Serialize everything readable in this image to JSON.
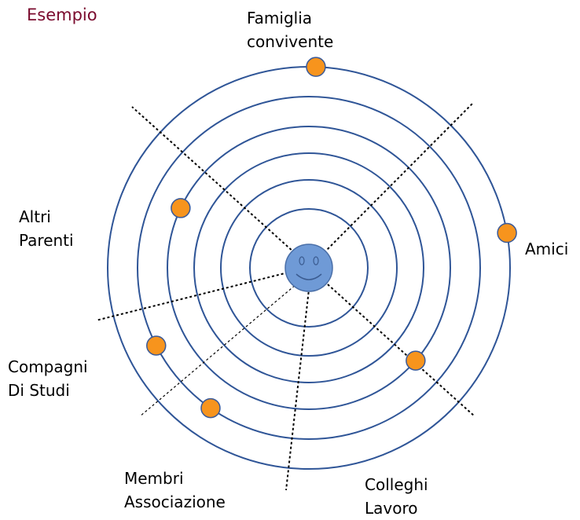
{
  "title": "Esempio",
  "colors": {
    "title": "#7a0b2e",
    "ring": "#2f5597",
    "node_fill": "#f7941d",
    "node_stroke": "#3a5a99",
    "center_fill": "#6f9ad6",
    "center_stroke": "#4a6fa8",
    "divider": "#000000"
  },
  "center": {
    "icon": "smiley-face-icon"
  },
  "ring_count": 6,
  "categories": [
    {
      "key": "famiglia",
      "lines": [
        "Famiglia",
        "convivente"
      ]
    },
    {
      "key": "altri",
      "lines": [
        "Altri",
        "Parenti"
      ]
    },
    {
      "key": "amici",
      "lines": [
        "Amici"
      ]
    },
    {
      "key": "compagni",
      "lines": [
        "Compagni",
        "Di Studi"
      ]
    },
    {
      "key": "membri",
      "lines": [
        "Membri",
        "Associazione"
      ]
    },
    {
      "key": "colleghi",
      "lines": [
        "Colleghi",
        "Lavoro"
      ]
    }
  ],
  "people": [
    {
      "name": "node-famiglia",
      "category": "famiglia",
      "ring": 5
    },
    {
      "name": "node-altri",
      "category": "altri",
      "ring": 3
    },
    {
      "name": "node-amici",
      "category": "amici",
      "ring": 5
    },
    {
      "name": "node-compagni",
      "category": "compagni",
      "ring": 4
    },
    {
      "name": "node-membri",
      "category": "membri",
      "ring": 4
    },
    {
      "name": "node-colleghi",
      "category": "colleghi",
      "ring": 3
    }
  ]
}
